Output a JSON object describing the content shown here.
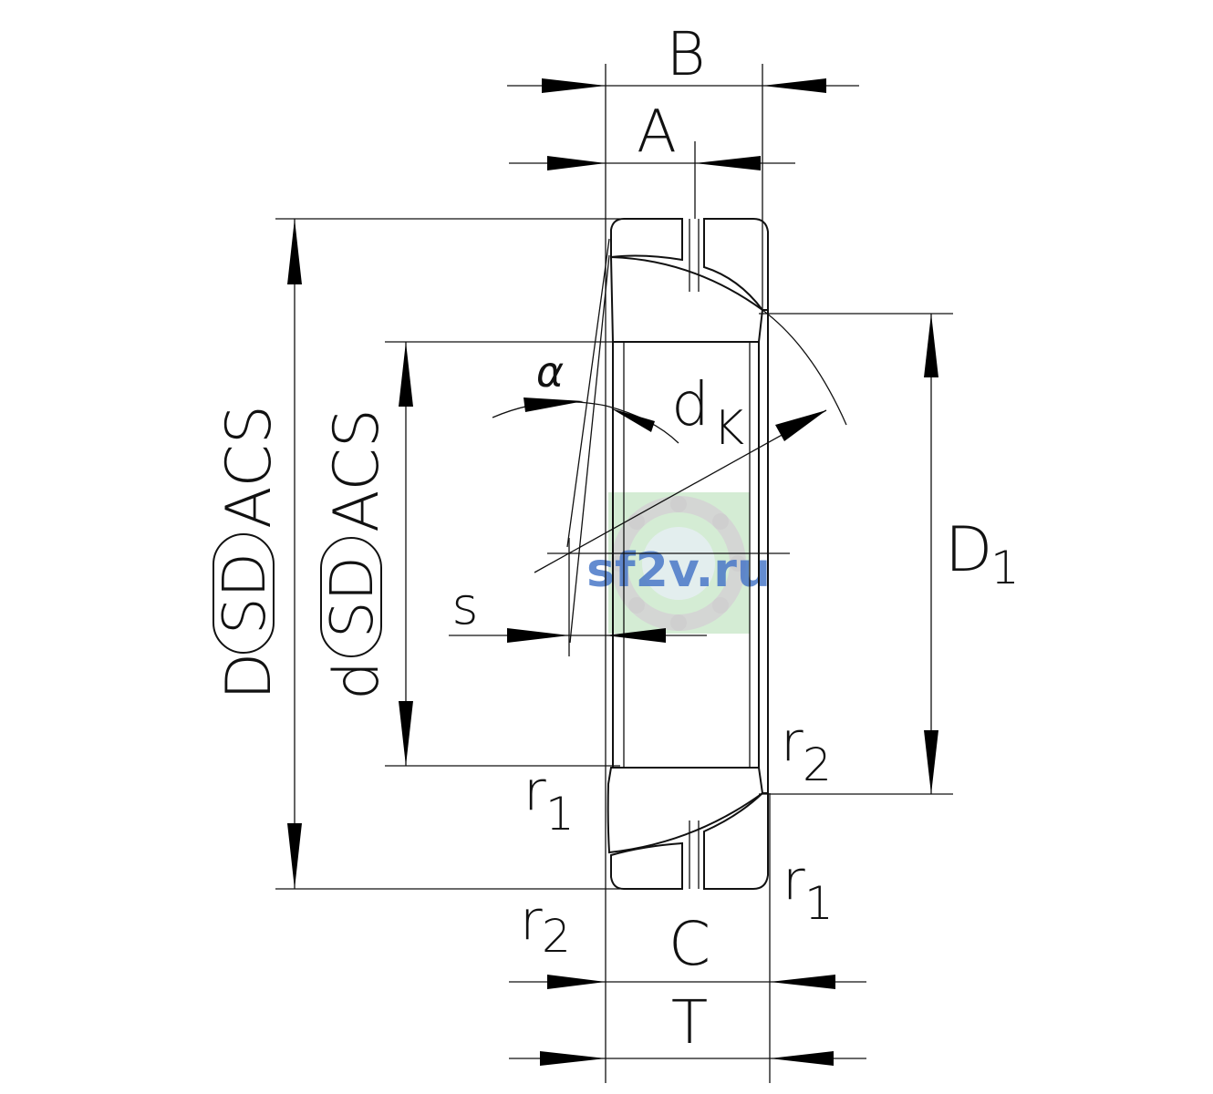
{
  "labels": {
    "B": "B",
    "A": "A",
    "alpha": "α",
    "dK_main": "d",
    "dK_sub": "K",
    "D_symbol": "D",
    "D_tol_letters": "SD",
    "D_suffix": "ACS",
    "d_symbol": "d",
    "d_tol_letters": "SD",
    "d_suffix": "ACS",
    "D1_main": "D",
    "D1_sub": "1",
    "s": "s",
    "r2_right_main": "r",
    "r2_right_sub": "2",
    "r1_left_main": "r",
    "r1_left_sub": "1",
    "r1_right_main": "r",
    "r1_right_sub": "1",
    "r2_left_main": "r",
    "r2_left_sub": "2",
    "C": "C",
    "T": "T"
  },
  "watermark": {
    "text": "sf2v.ru",
    "text_color": "#4a78c8",
    "bg_color": "#c6e6c6"
  }
}
